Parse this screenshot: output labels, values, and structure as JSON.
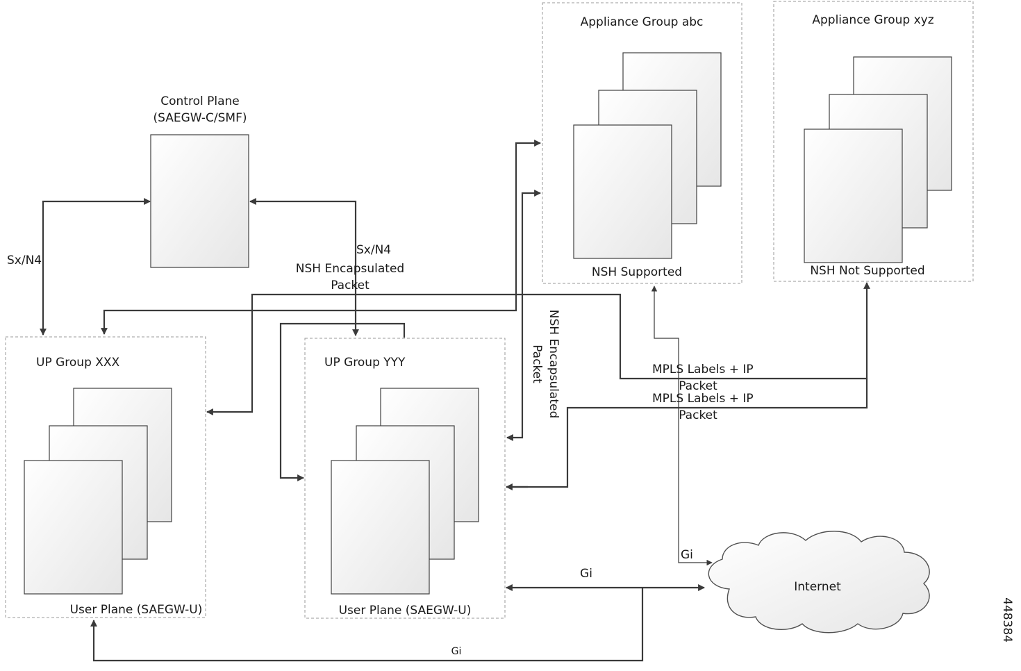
{
  "diagram": {
    "control_plane": {
      "title_line1": "Control Plane",
      "title_line2": "(SAEGW-C/SMF)"
    },
    "appliance_abc": {
      "title": "Appliance Group abc",
      "caption": "NSH Supported"
    },
    "appliance_xyz": {
      "title": "Appliance Group xyz",
      "caption": "NSH Not Supported"
    },
    "up_xxx": {
      "title": "UP Group XXX",
      "caption": "User Plane (SAEGW-U)"
    },
    "up_yyy": {
      "title": "UP Group YYY",
      "caption": "User Plane (SAEGW-U)"
    },
    "internet": {
      "label": "Internet"
    },
    "labels": {
      "sx_n4_left": "Sx/N4",
      "sx_n4_right": "Sx/N4",
      "nsh_packet_line1": "NSH Encapsulated",
      "nsh_packet_line2": "Packet",
      "nsh_vertical_line1": "NSH Encapsulated",
      "nsh_vertical_line2": "Packet",
      "mpls_1_line1": "MPLS Labels + IP",
      "mpls_1_line2": "Packet",
      "mpls_2_line1": "MPLS Labels + IP",
      "mpls_2_line2": "Packet",
      "gi_top": "Gi",
      "gi_middle": "Gi",
      "gi_bottom": "Gi"
    },
    "figure_number": "448384"
  }
}
